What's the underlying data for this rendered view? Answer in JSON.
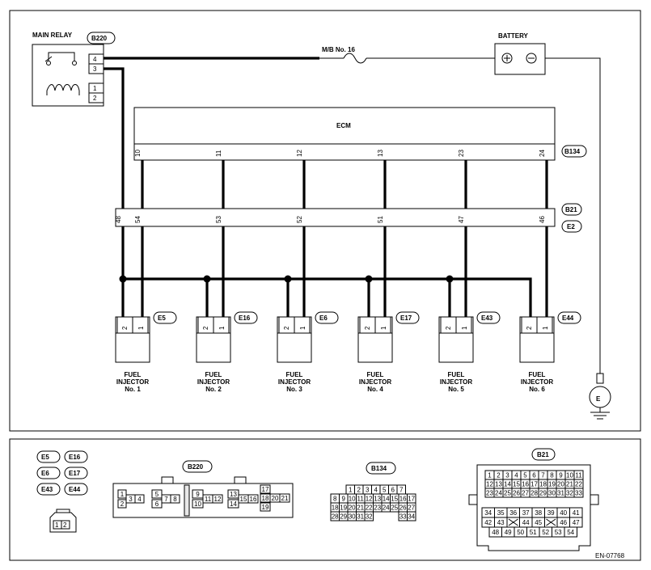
{
  "main_relay": {
    "label": "MAIN RELAY",
    "connector": "B220",
    "pins": [
      "4",
      "3",
      "1",
      "2"
    ]
  },
  "fuse": {
    "label": "M/B No. 16"
  },
  "battery": {
    "label": "BATTERY",
    "plus": "+",
    "minus": "−"
  },
  "ecm": {
    "label": "ECM",
    "connector": "B134",
    "pins": [
      "10",
      "11",
      "12",
      "13",
      "23",
      "24"
    ]
  },
  "joint": {
    "connectors": [
      "B21",
      "E2"
    ],
    "pins": [
      "48",
      "54",
      "53",
      "52",
      "51",
      "47",
      "46"
    ]
  },
  "injectors": [
    {
      "tag": "E5",
      "line1": "FUEL",
      "line2": "INJECTOR",
      "line3": "No. 1",
      "pins": [
        "2",
        "1"
      ]
    },
    {
      "tag": "E16",
      "line1": "FUEL",
      "line2": "INJECTOR",
      "line3": "No. 2",
      "pins": [
        "2",
        "1"
      ]
    },
    {
      "tag": "E6",
      "line1": "FUEL",
      "line2": "INJECTOR",
      "line3": "No. 3",
      "pins": [
        "2",
        "1"
      ]
    },
    {
      "tag": "E17",
      "line1": "FUEL",
      "line2": "INJECTOR",
      "line3": "No. 4",
      "pins": [
        "2",
        "1"
      ]
    },
    {
      "tag": "E43",
      "line1": "FUEL",
      "line2": "INJECTOR",
      "line3": "No. 5",
      "pins": [
        "2",
        "1"
      ]
    },
    {
      "tag": "E44",
      "line1": "FUEL",
      "line2": "INJECTOR",
      "line3": "No. 6",
      "pins": [
        "2",
        "1"
      ]
    }
  ],
  "ground": {
    "label": "E"
  },
  "legend": {
    "small_tags": [
      "E5",
      "E16",
      "E6",
      "E17",
      "E43",
      "E44"
    ],
    "small_pins": [
      "1",
      "2"
    ],
    "b220": {
      "tag": "B220",
      "pins": [
        "1",
        "2",
        "3",
        "4",
        "5",
        "6",
        "7",
        "8",
        "9",
        "10",
        "11",
        "12",
        "13",
        "14",
        "15",
        "16",
        "17",
        "18",
        "20",
        "21",
        "19"
      ]
    },
    "b134": {
      "tag": "B134",
      "rows": [
        [
          "1",
          "2",
          "3",
          "4",
          "5",
          "6",
          "7"
        ],
        [
          "8",
          "9",
          "10",
          "11",
          "12",
          "13",
          "14",
          "15",
          "16",
          "17"
        ],
        [
          "18",
          "19",
          "20",
          "21",
          "22",
          "23",
          "24",
          "25",
          "26",
          "27"
        ],
        [
          "28",
          "29",
          "30",
          "31",
          "32",
          "",
          "",
          "",
          "33",
          "34"
        ]
      ]
    },
    "b21": {
      "tag": "B21",
      "rows": [
        [
          "1",
          "2",
          "3",
          "4",
          "5",
          "6",
          "7",
          "8",
          "9",
          "10",
          "11"
        ],
        [
          "12",
          "13",
          "14",
          "15",
          "16",
          "17",
          "18",
          "19",
          "20",
          "21",
          "22"
        ],
        [
          "23",
          "24",
          "25",
          "26",
          "27",
          "28",
          "29",
          "30",
          "31",
          "32",
          "33"
        ]
      ],
      "rows2": [
        [
          "34",
          "35",
          "36",
          "37",
          "38",
          "39",
          "40",
          "41"
        ],
        [
          "42",
          "43",
          "",
          "44",
          "45",
          "",
          "46",
          "47"
        ],
        [
          "48",
          "49",
          "50",
          "51",
          "52",
          "53",
          "54"
        ]
      ]
    }
  },
  "doc_code": "EN-07768"
}
